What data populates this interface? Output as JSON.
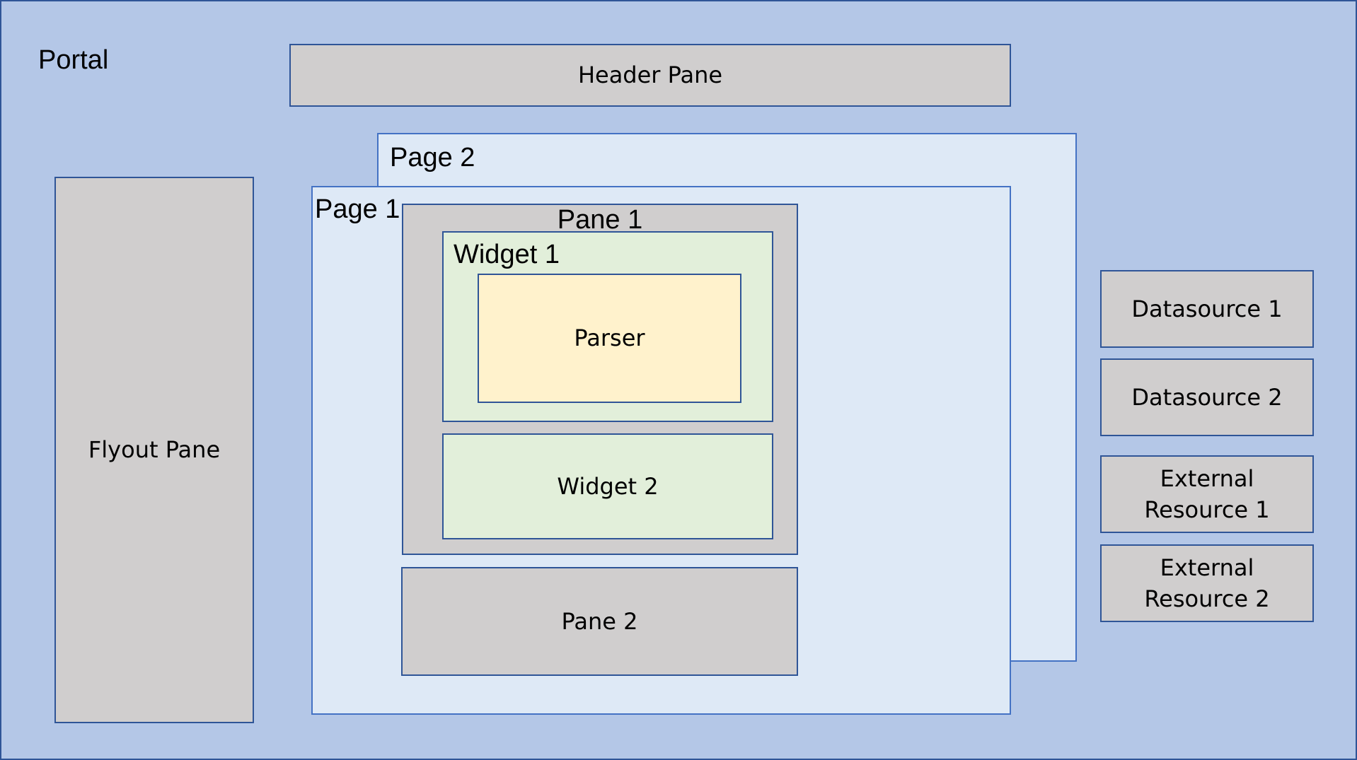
{
  "portal": {
    "label": "Portal"
  },
  "header_pane": {
    "label": "Header Pane"
  },
  "flyout_pane": {
    "label": "Flyout Pane"
  },
  "page2": {
    "label": "Page 2"
  },
  "page1": {
    "label": "Page 1"
  },
  "pane1": {
    "label": "Pane 1",
    "widget1": {
      "label": "Widget 1",
      "parser": {
        "label": "Parser"
      }
    },
    "widget2": {
      "label": "Widget 2"
    }
  },
  "pane2": {
    "label": "Pane 2"
  },
  "resources": [
    {
      "label": "Datasource 1"
    },
    {
      "label": "Datasource 2"
    },
    {
      "label": "External\nResource 1"
    },
    {
      "label": "External\nResource 2"
    }
  ],
  "colors": {
    "portal_bg": "#b4c7e7",
    "pane_bg": "#d0cece",
    "page_bg": "#dee9f6",
    "widget_bg": "#e2efda",
    "parser_bg": "#fff2cc",
    "border": "#2f5597"
  }
}
